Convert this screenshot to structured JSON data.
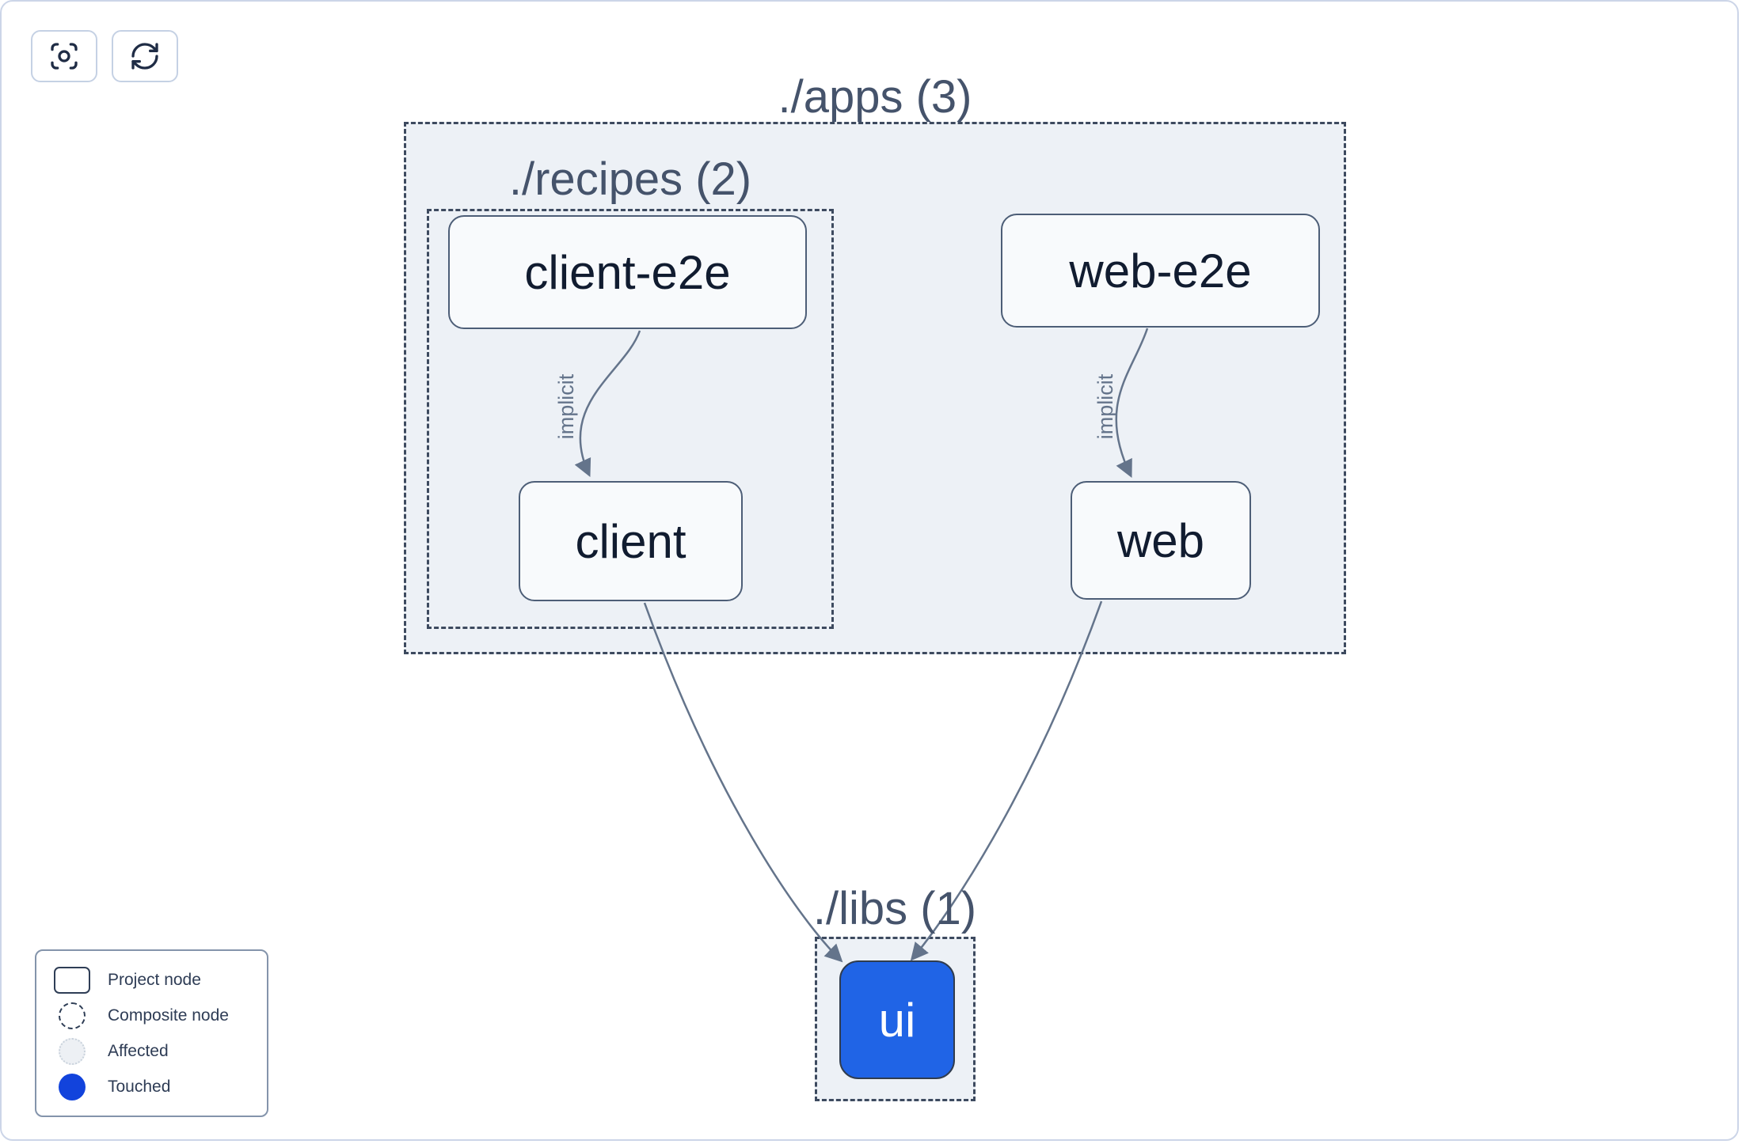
{
  "toolbar": {
    "buttons": [
      {
        "name": "focus",
        "icon": "focus-icon"
      },
      {
        "name": "refresh",
        "icon": "refresh-icon"
      }
    ]
  },
  "graph": {
    "groups": [
      {
        "id": "apps",
        "label": "./apps (3)"
      },
      {
        "id": "recipes",
        "label": "./recipes (2)"
      },
      {
        "id": "libs",
        "label": "./libs (1)"
      }
    ],
    "nodes": [
      {
        "id": "client-e2e",
        "label": "client-e2e",
        "group": "recipes",
        "state": "default"
      },
      {
        "id": "client",
        "label": "client",
        "group": "recipes",
        "state": "default"
      },
      {
        "id": "web-e2e",
        "label": "web-e2e",
        "group": "apps",
        "state": "default"
      },
      {
        "id": "web",
        "label": "web",
        "group": "apps",
        "state": "default"
      },
      {
        "id": "ui",
        "label": "ui",
        "group": "libs",
        "state": "touched"
      }
    ],
    "edges": [
      {
        "from": "client-e2e",
        "to": "client",
        "label": "implicit"
      },
      {
        "from": "web-e2e",
        "to": "web",
        "label": "implicit"
      },
      {
        "from": "client",
        "to": "ui",
        "label": ""
      },
      {
        "from": "web",
        "to": "ui",
        "label": ""
      }
    ]
  },
  "legend": {
    "items": [
      {
        "swatch": "project-node",
        "label": "Project node"
      },
      {
        "swatch": "composite-node",
        "label": "Composite node"
      },
      {
        "swatch": "affected",
        "label": "Affected"
      },
      {
        "swatch": "touched",
        "label": "Touched"
      }
    ]
  },
  "colors": {
    "touched_node_blue": "#2064e6",
    "legend_touched_blue": "#1243dc",
    "composite_fill": "#edf1f6",
    "affected_fill": "#edf0f4",
    "node_fill": "#f8fafc",
    "dash_border": "#3d4a5f",
    "node_border": "#4d5e77",
    "edge": "#64748b",
    "node_text": "#111c30",
    "group_label_text": "#45536b"
  }
}
